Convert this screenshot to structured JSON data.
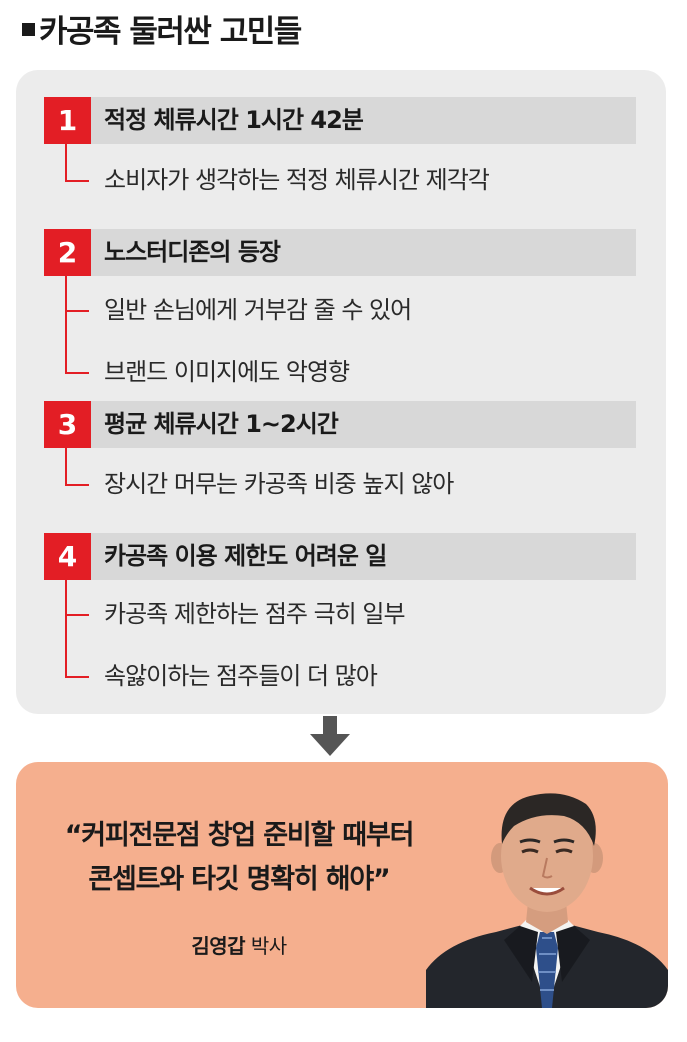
{
  "title": "카공족 둘러싼 고민들",
  "sections": [
    {
      "number": "1",
      "heading": "적정 체류시간 1시간 42분",
      "items": [
        "소비자가 생각하는 적정 체류시간 제각각"
      ]
    },
    {
      "number": "2",
      "heading": "노스터디존의 등장",
      "items": [
        "일반 손님에게 거부감 줄 수 있어",
        "브랜드 이미지에도 악영향"
      ]
    },
    {
      "number": "3",
      "heading": "평균 체류시간 1~2시간",
      "items": [
        "장시간 머무는 카공족 비중 높지 않아"
      ]
    },
    {
      "number": "4",
      "heading": "카공족 이용 제한도 어려운 일",
      "items": [
        "카공족 제한하는 점주 극히 일부",
        "속앓이하는 점주들이 더 많아"
      ]
    }
  ],
  "quote": {
    "line1": "“커피전문점 창업 준비할 때부터",
    "line2": "콘셉트와 타깃 명확히 해야”",
    "name": "김영갑",
    "role": " 박사"
  },
  "colors": {
    "accent": "#e31e25",
    "panel": "#ececec",
    "header_bar": "#d8d8d8",
    "quote_bg": "#f5af8e"
  }
}
